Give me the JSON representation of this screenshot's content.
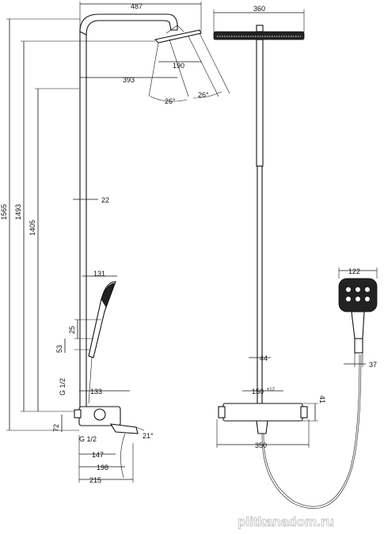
{
  "dimensions": {
    "total_width": "487",
    "head_width": "360",
    "height_total": "1565",
    "height_top": "1493",
    "height_mid": "1405",
    "arm_length": "393",
    "head_diameter": "190",
    "spray_angle_left": "26°",
    "spray_angle_right": "26°",
    "pipe_offset": "22",
    "hand_shower_offset": "131",
    "hand_dim_25": "25",
    "hand_dim_53": "53",
    "connection_thread": "G 1/2",
    "thermostat_offset": "133",
    "bottom_72": "72",
    "thread_lower": "G 1/2",
    "spout_angle": "21°",
    "spout_147": "147",
    "spout_198": "198",
    "spout_215": "215",
    "pipe_spacing": "44",
    "connection_spacing": "150",
    "connection_tolerance": "±12",
    "thermostat_height": "41",
    "thermostat_width": "350",
    "hand_head_width": "122",
    "hand_grip_width": "37"
  },
  "watermark": "plitkanadom.ru"
}
